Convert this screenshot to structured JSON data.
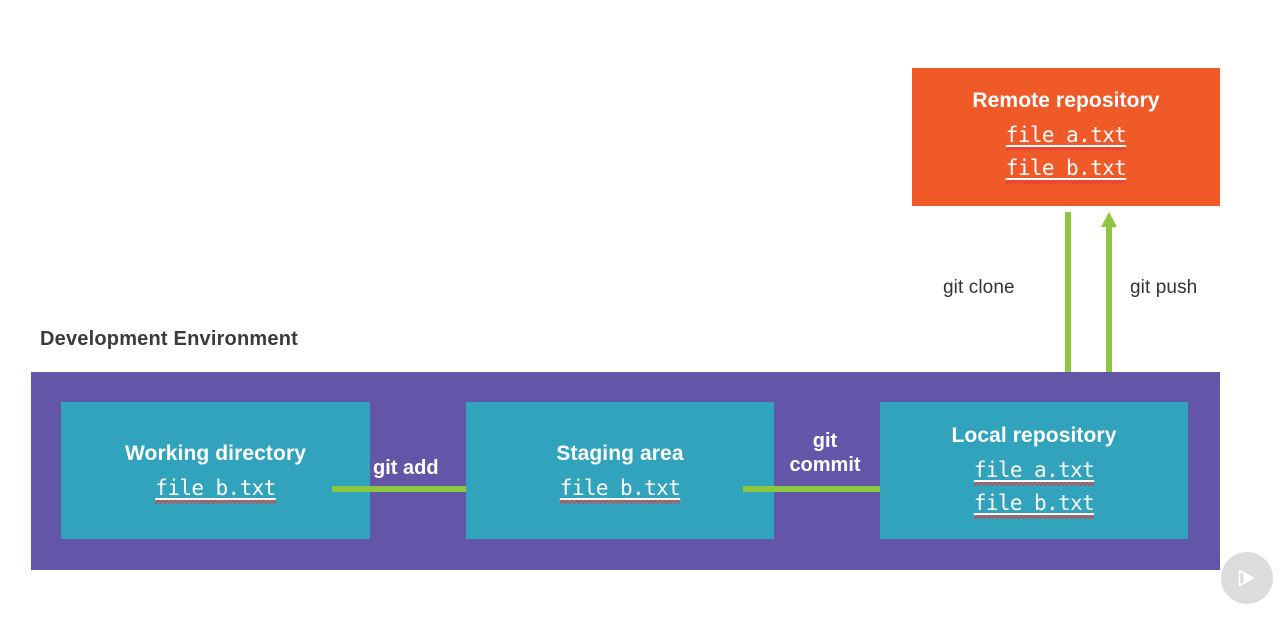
{
  "diagram": {
    "title_visible": false,
    "colors": {
      "remote_box": "#f05a28",
      "dev_container": "#6355a8",
      "stage_box": "#31a3bd",
      "arrow": "#8dc63f",
      "heading_text": "#3b3b3b",
      "spellcheck_squiggle": "#e23b3b",
      "watermark": "#dcdcdc"
    }
  },
  "remote": {
    "title": "Remote repository",
    "files": [
      "file_a.txt",
      "file_b.txt"
    ]
  },
  "transfer": {
    "clone_label": "git clone",
    "push_label": "git push"
  },
  "development": {
    "heading": "Development Environment",
    "stages": [
      {
        "title": "Working directory",
        "files": [
          "file_b.txt"
        ]
      },
      {
        "title": "Staging area",
        "files": [
          "file_b.txt"
        ]
      },
      {
        "title": "Local repository",
        "files": [
          "file_a.txt",
          "file_b.txt"
        ]
      }
    ],
    "transitions": [
      {
        "label": "git add"
      },
      {
        "label": "git\ncommit"
      }
    ]
  },
  "watermark": {
    "icon": "play-logo-icon"
  }
}
